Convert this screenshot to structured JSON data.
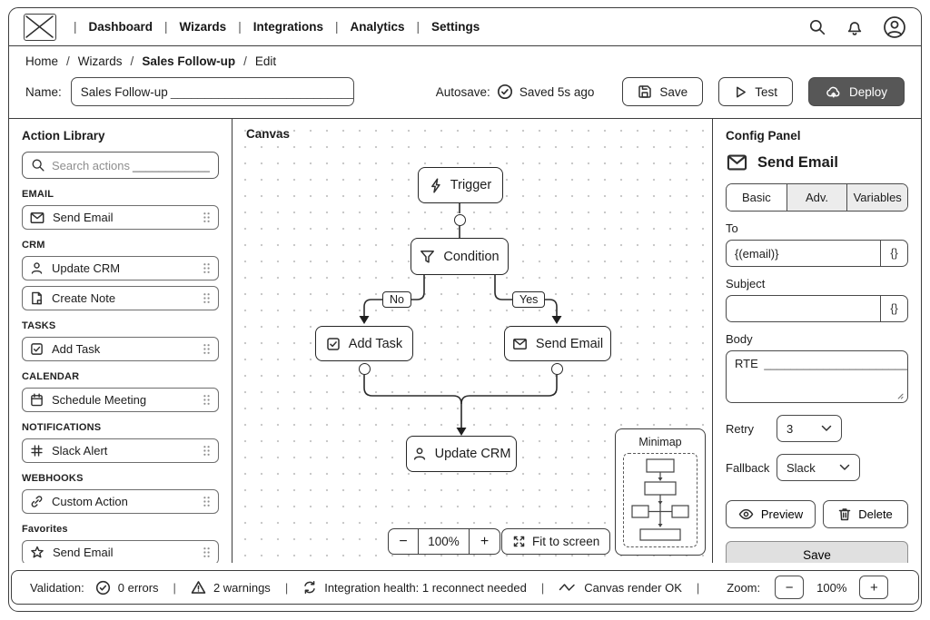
{
  "colors": {
    "border": "#3d3d3d",
    "deploy_bg": "#575757",
    "save_btn_bg": "#e0e0e0",
    "tab_inactive_bg": "#ececec",
    "canvas_dot": "#c9c9c9"
  },
  "icons": [
    "logo-image-icon",
    "search-icon",
    "bell-icon",
    "avatar-icon",
    "check-circle-icon",
    "floppy-icon",
    "play-icon",
    "cloud-upload-icon",
    "envelope-icon",
    "user-icon",
    "note-icon",
    "checkbox-icon",
    "calendar-icon",
    "slack-icon",
    "link-icon",
    "star-icon",
    "drag-handle-icon",
    "bolt-icon",
    "funnel-icon",
    "braces-icon",
    "chevron-down-icon",
    "eye-icon",
    "trash-icon",
    "warning-icon",
    "refresh-icon",
    "zigzag-icon",
    "fit-screen-icon",
    "resize-handle-icon"
  ],
  "nav": {
    "separator": "|",
    "items": [
      "Dashboard",
      "Wizards",
      "Integrations",
      "Analytics",
      "Settings"
    ]
  },
  "breadcrumb": {
    "separator": "/",
    "items": [
      "Home",
      "Wizards",
      "Sales Follow-up",
      "Edit"
    ]
  },
  "header": {
    "name_label": "Name:",
    "name_value": "Sales Follow-up",
    "name_filler": "_____________________________",
    "autosave_label": "Autosave:",
    "autosave_status": "Saved 5s ago",
    "save_label": "Save",
    "test_label": "Test",
    "deploy_label": "Deploy"
  },
  "sidebar": {
    "title": "Action Library",
    "search_placeholder": "Search actions",
    "search_filler": "________________",
    "groups": [
      {
        "label": "EMAIL",
        "items": [
          {
            "icon": "envelope-icon",
            "label": "Send Email"
          }
        ]
      },
      {
        "label": "CRM",
        "items": [
          {
            "icon": "user-icon",
            "label": "Update CRM"
          },
          {
            "icon": "note-icon",
            "label": "Create Note"
          }
        ]
      },
      {
        "label": "TASKS",
        "items": [
          {
            "icon": "checkbox-icon",
            "label": "Add Task"
          }
        ]
      },
      {
        "label": "CALENDAR",
        "items": [
          {
            "icon": "calendar-icon",
            "label": "Schedule Meeting"
          }
        ]
      },
      {
        "label": "NOTIFICATIONS",
        "items": [
          {
            "icon": "slack-icon",
            "label": "Slack Alert"
          }
        ]
      },
      {
        "label": "WEBHOOKS",
        "items": [
          {
            "icon": "link-icon",
            "label": "Custom Action"
          }
        ]
      },
      {
        "label": "Favorites",
        "items": [
          {
            "icon": "star-icon",
            "label": "Send Email"
          }
        ]
      }
    ]
  },
  "canvas": {
    "label": "Canvas",
    "nodes": {
      "trigger": "Trigger",
      "condition": "Condition",
      "add_task": "Add Task",
      "send_email": "Send Email",
      "update_crm": "Update CRM"
    },
    "edge_labels": {
      "no": "No",
      "yes": "Yes"
    },
    "controls": {
      "zoom_out": "−",
      "zoom_level": "100%",
      "zoom_in": "+",
      "fit_label": "Fit to screen"
    },
    "minimap_title": "Minimap"
  },
  "config": {
    "title": "Config Panel",
    "node_title": "Send Email",
    "tabs": [
      {
        "label": "Basic"
      },
      {
        "label": "Adv."
      },
      {
        "label": "Variables"
      }
    ],
    "active_tab": "Basic",
    "to_label": "To",
    "to_value": "{(email)}",
    "insert_variable": "{}",
    "subject_label": "Subject",
    "subject_value": "",
    "body_label": "Body",
    "body_value": "RTE",
    "body_filler": "________________________",
    "retry_label": "Retry",
    "retry_value": "3",
    "fallback_label": "Fallback",
    "fallback_value": "Slack",
    "preview_label": "Preview",
    "delete_label": "Delete",
    "save_label": "Save"
  },
  "statusbar": {
    "separator": "|",
    "validation_label": "Validation:",
    "errors": "0 errors",
    "warnings": "2 warnings",
    "integration": "Integration health: 1 reconnect needed",
    "canvas_status": "Canvas render OK",
    "zoom_label": "Zoom:",
    "zoom_out": "−",
    "zoom_level": "100%",
    "zoom_in": "+"
  }
}
